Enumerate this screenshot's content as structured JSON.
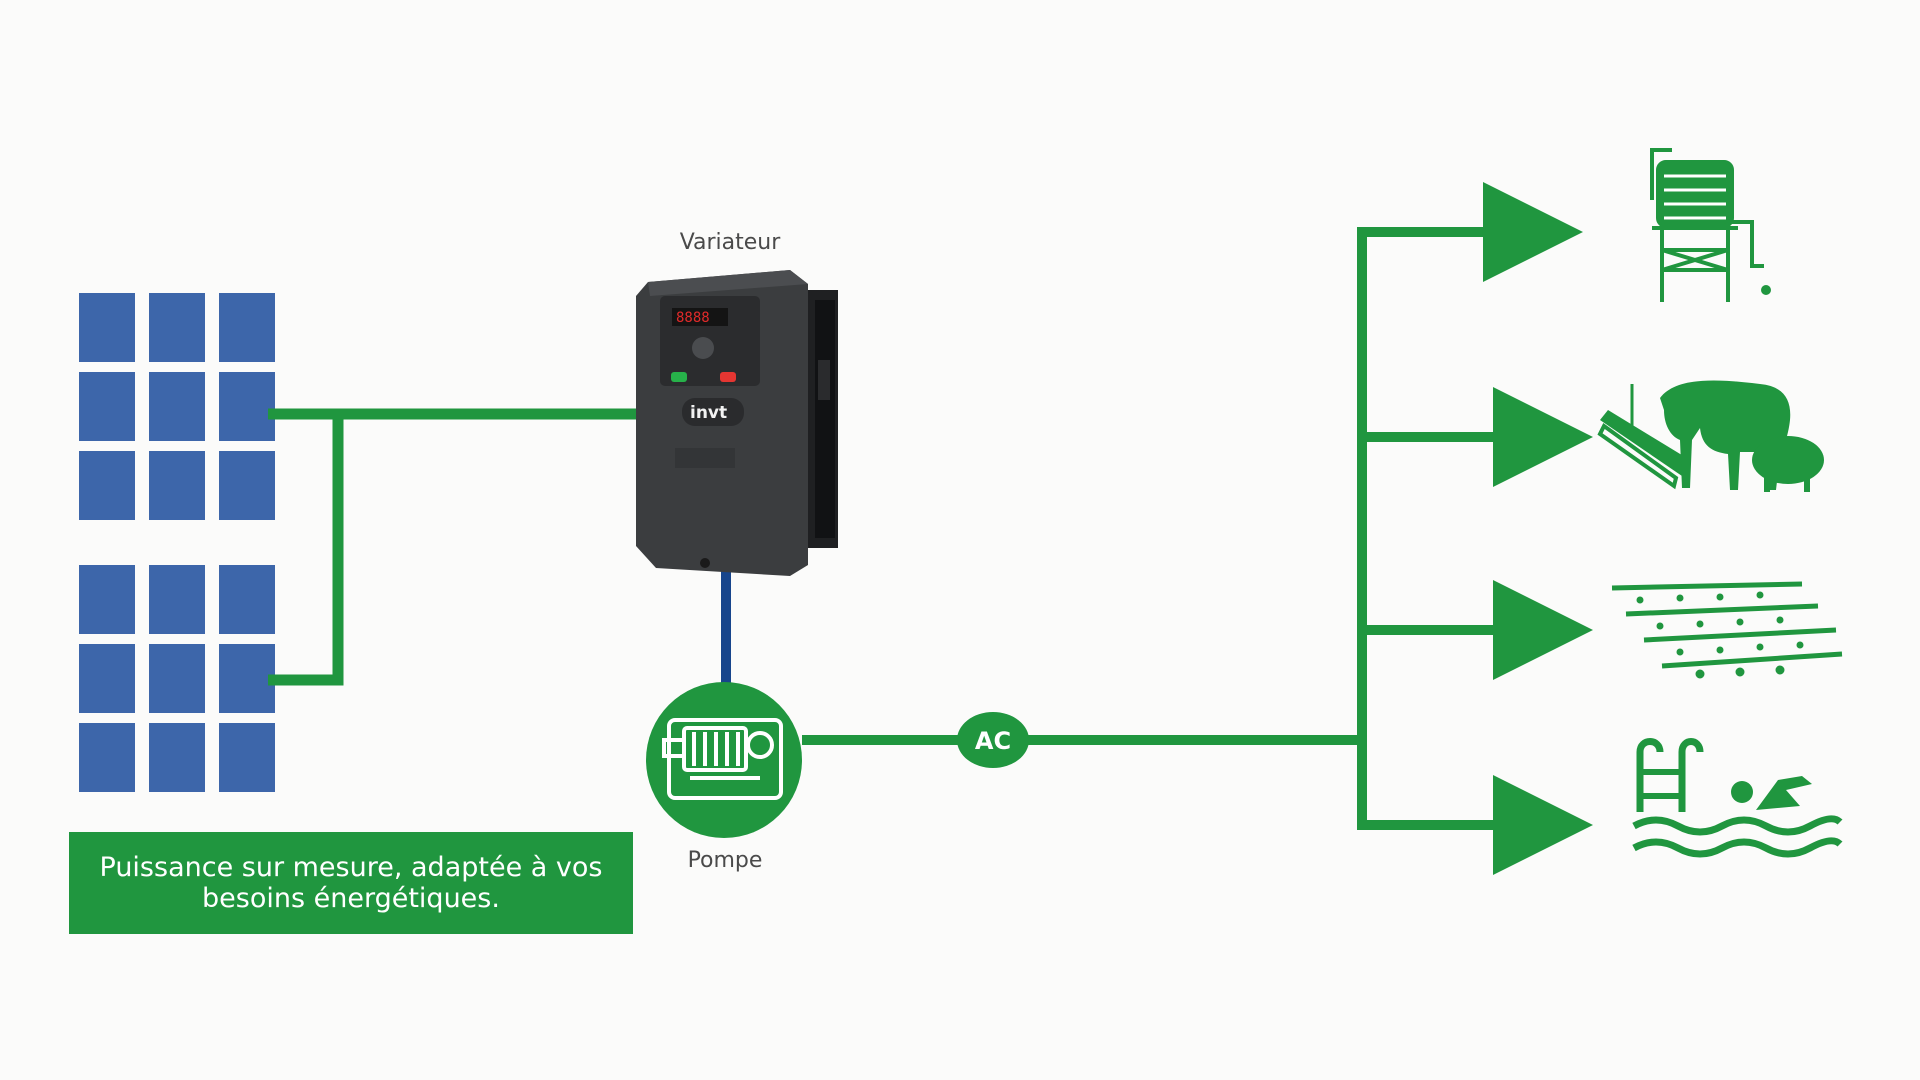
{
  "labels": {
    "variateur": "Variateur",
    "pompe": "Pompe",
    "ac": "AC",
    "vfd_brand": "invt"
  },
  "caption": "Puissance sur mesure, adaptée à vos besoins énergétiques.",
  "icons": {
    "solar_panels": "solar-panel-icon",
    "inverter": "variable-frequency-drive",
    "pump": "pump-icon",
    "applications": [
      "water-tower-icon",
      "livestock-icon",
      "irrigation-icon",
      "swimming-pool-icon"
    ]
  },
  "colors": {
    "green": "#20963f",
    "solar_blue": "#3d66aa",
    "dc_line": "#17458c",
    "inverter_body": "#3b3d3f",
    "background": "#fbfbfa"
  }
}
